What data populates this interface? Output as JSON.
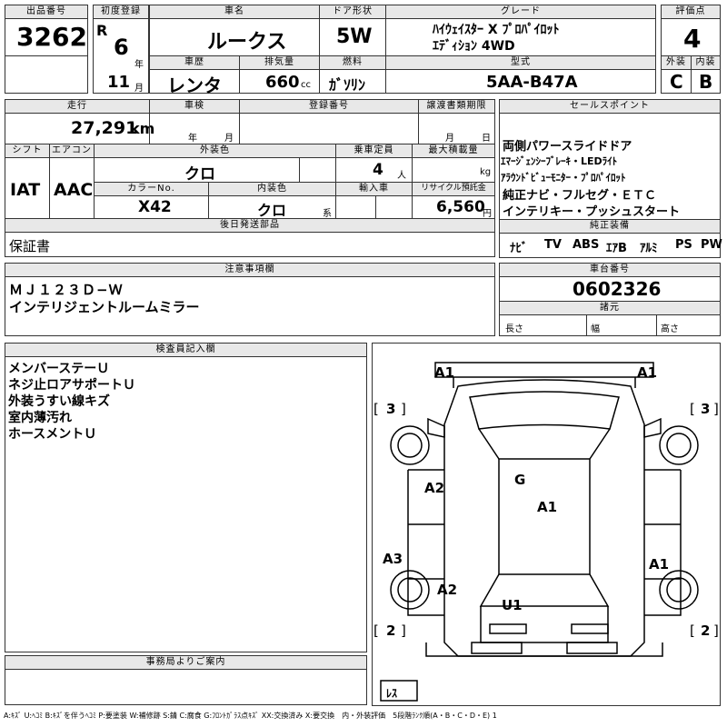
{
  "header": {
    "lot_label": "出品番号",
    "lot_no": "3262",
    "first_reg_label": "初度登録",
    "era": "R",
    "year": "6",
    "year_unit": "年",
    "month": "11",
    "month_unit": "月",
    "model_name_label": "車名",
    "model_name": "ルークス",
    "door_label": "ドア形状",
    "door": "5W",
    "grade_label": "グレード",
    "grade_line1": "ﾊｲｳｪｲｽﾀｰ  X  ﾌﾟﾛﾊﾟｲﾛｯﾄ",
    "grade_line2": "ｴﾃﾞｨｼｮﾝ  4WD",
    "score_label": "評価点",
    "score": "4",
    "history_label": "車歴",
    "history": "レンタ",
    "displacement_label": "排気量",
    "displacement": "660",
    "displacement_unit": "cc",
    "fuel_label": "燃料",
    "fuel": "ｶﾞｿﾘﾝ",
    "type_label": "型式",
    "type": "5AA-B47A",
    "ext_label": "外装",
    "ext": "C",
    "int_label": "内装",
    "int": "B"
  },
  "row2": {
    "mileage_label": "走行",
    "mileage": "27,291",
    "mileage_unit": "km",
    "inspection_label": "車検",
    "insp_year_unit": "年",
    "insp_month_unit": "月",
    "reg_no_label": "登録番号",
    "transfer_label": "譲渡書類期限",
    "transfer_month_unit": "月",
    "transfer_day_unit": "日",
    "shift_label": "シフト",
    "shift": "IAT",
    "ac_label": "エアコン",
    "ac": "AAC",
    "color_label": "外装色",
    "color": "クロ",
    "capacity_label": "乗車定員",
    "capacity": "4",
    "capacity_unit": "人",
    "payload_label": "最大積載量",
    "payload_unit": "kg",
    "color_no_label": "カラーNo.",
    "color_no": "X42",
    "int_color_label": "内装色",
    "int_color": "クロ",
    "int_color_unit": "系",
    "import_label": "輸入車",
    "recycle_label": "リサイクル預託金",
    "recycle": "6,560",
    "recycle_unit": "円",
    "later_label": "後日発送部品",
    "later": "保証書"
  },
  "sales": {
    "label": "セールスポイント",
    "lines": [
      "両側パワースライドドア",
      "ｴﾏｰｼﾞｪﾝｼｰﾌﾞﾚｰｷ・LEDﾗｲﾄ",
      "ｱﾗｳﾝﾄﾞﾋﾞｭｰﾓﾆﾀｰ・ﾌﾟﾛﾊﾟｲﾛｯﾄ",
      "純正ナビ・フルセグ・ＥＴＣ",
      "インテリキー・プッシュスタート"
    ],
    "equip_label": "純正装備",
    "equip": [
      "ﾅﾋﾞ",
      "TV",
      "ABS",
      "ｴｱB",
      "ｱﾙﾐ",
      "PS",
      "PW"
    ]
  },
  "notes": {
    "label": "注意事項欄",
    "line1": "ＭＪ１２３Ｄ−Ｗ",
    "line2": "インテリジェントルームミラー"
  },
  "chassis": {
    "label": "車台番号",
    "value": "0602326",
    "dims_label": "諸元",
    "length": "長さ",
    "width": "幅",
    "height": "高さ"
  },
  "inspector": {
    "label": "検査員記入欄",
    "lines": [
      "メンバーステーＵ",
      "ネジ止ロアサポートＵ",
      "外装うすい線キズ",
      "室内薄汚れ",
      "ホースメントＵ"
    ]
  },
  "office": {
    "label": "事務局よりご案内"
  },
  "diagram": {
    "marks": {
      "a1_left": "A1",
      "a1_right": "A1",
      "g": "G",
      "a1_roof": "A1",
      "a2_left_front": "A2",
      "a2_left_rear": "A2",
      "a3": "A3",
      "a1_right_rear": "A1",
      "u1": "U1"
    },
    "tires": {
      "fl": "3",
      "fr": "3",
      "rl": "2",
      "rr": "2",
      "spare": "ﾚｽ"
    }
  },
  "legend": "A:ｷｽﾞ U:ﾍｺﾐ B:ｷｽﾞを伴うﾍｺﾐ P:要塗装 W:補修跡 S:錆 C:腐食 G:ﾌﾛﾝﾄｶﾞﾗｽ点ｷｽﾞ XX:交換済み X:要交換　内・外装評価　5段階ﾗﾝｸ順(A・B・C・D・E) 1"
}
